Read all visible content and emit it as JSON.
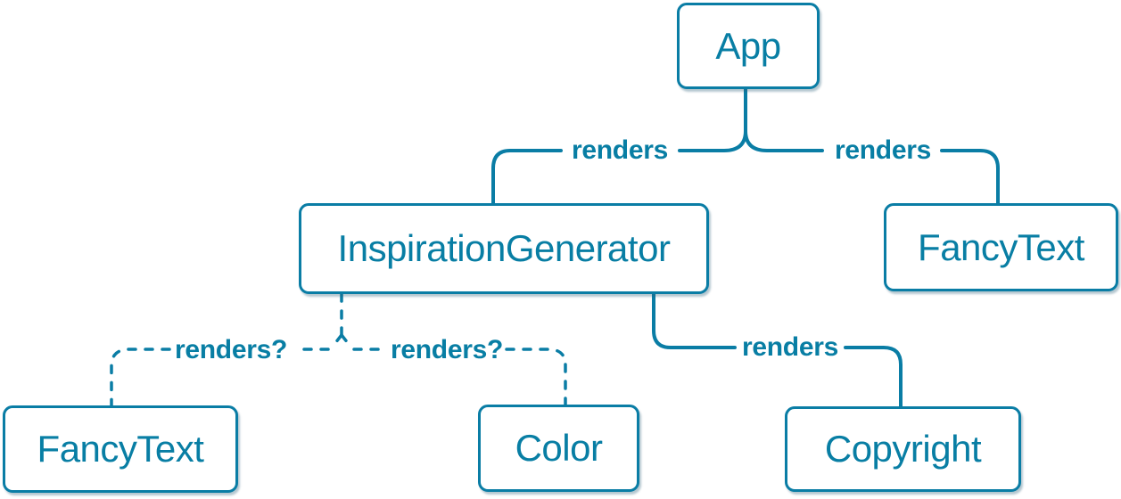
{
  "palette": {
    "page_bg": "#ffffff",
    "node_fill": "#ffffff",
    "line_blue": "#0a7da5",
    "text_blue": "#087ea4",
    "shadow": "rgba(42,95,120,0.35)"
  },
  "nodes": [
    {
      "id": "app",
      "label": "App"
    },
    {
      "id": "inspiration-generator",
      "label": "InspirationGenerator"
    },
    {
      "id": "fancy-text-top",
      "label": "FancyText"
    },
    {
      "id": "fancy-text-bottom",
      "label": "FancyText"
    },
    {
      "id": "color",
      "label": "Color"
    },
    {
      "id": "copyright",
      "label": "Copyright"
    }
  ],
  "edges": [
    {
      "from": "App",
      "to": "InspirationGenerator",
      "label": "renders",
      "style": "solid"
    },
    {
      "from": "App",
      "to": "FancyText",
      "label": "renders",
      "style": "solid"
    },
    {
      "from": "InspirationGenerator",
      "to": "FancyText",
      "label": "renders?",
      "style": "dashed"
    },
    {
      "from": "InspirationGenerator",
      "to": "Color",
      "label": "renders?",
      "style": "dashed"
    },
    {
      "from": "InspirationGenerator",
      "to": "Copyright",
      "label": "renders",
      "style": "solid"
    }
  ]
}
